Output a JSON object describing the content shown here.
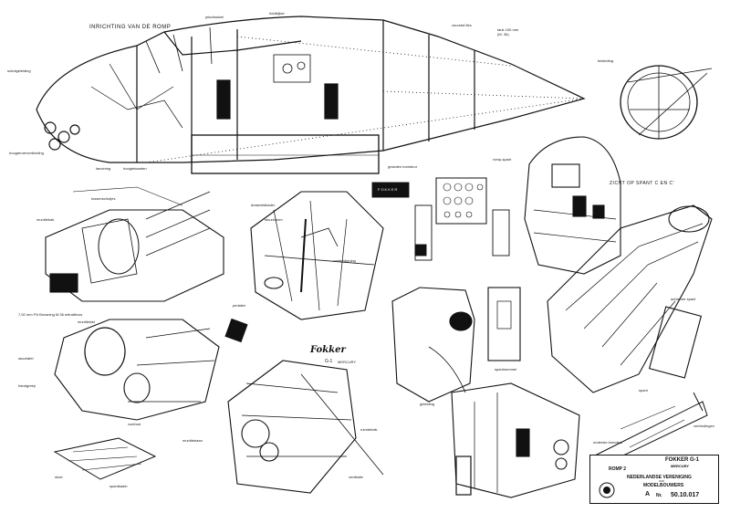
{
  "drawing": {
    "fuselage_heading": "INRICHTING VAN DE ROMP",
    "gun_sight_note": "ZICHT OP SPANT C EN C'",
    "logo_name": "Fokker",
    "model_name": "G-1",
    "model_subname": "MERCURY",
    "instrument_display": "FOKKER"
  },
  "labels": [
    "pilootsstoel",
    "richtkijker",
    "tank 150 mm",
    "(M. 36)",
    "zuurstof-fles",
    "stuurkolom",
    "draaiveldkader",
    "voetbediening",
    "munitiebak",
    "tussenschotjes",
    "hoogtekaarten",
    "romp-spant",
    "bekleding",
    "schotgeleiding",
    "hoogteroerverbinding",
    "lancering",
    "gesloten bomdeur",
    "pedalen",
    "7,92 mm FN Browning M.36 mitrailleurs",
    "munitiekist",
    "stuurtafel",
    "handgreep",
    "munitiebaan",
    "voetrust",
    "stoel",
    "spantkader",
    "ruimtebalk",
    "ventilatie",
    "spantnummer",
    "geleiding",
    "onderste bomdeur",
    "achterste spant",
    "verbindingen",
    "spant"
  ],
  "title_block": {
    "model": "FOKKER G-1",
    "variant": "MERCURY",
    "sheet": "ROMP 2",
    "org_line1": "NEDERLANDSE VERENIGING",
    "org_line2": "VAN",
    "org_line3": "MODELBOUWERS",
    "number_label": "Nr.",
    "number": "50.10.017",
    "scale_mark": "A"
  }
}
